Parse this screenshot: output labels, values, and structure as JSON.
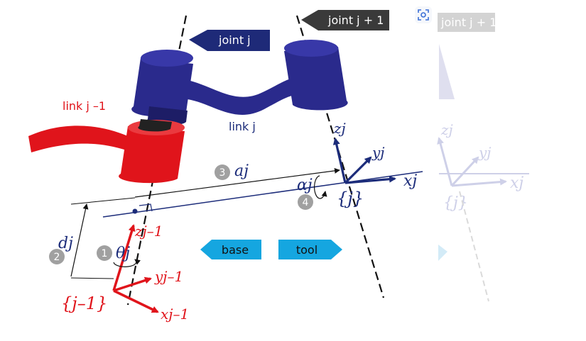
{
  "labels": {
    "joint_j": "joint j",
    "joint_j_plus_1": "joint j + 1",
    "link_j_minus_1": "link j –1",
    "link_j": "link j",
    "base": "base",
    "tool": "tool",
    "frame_j_minus_1": "{j–1}",
    "frame_j": "{j}",
    "z_j_minus_1": "zj–1",
    "y_j_minus_1": "yj–1",
    "x_j_minus_1": "xj–1",
    "z_j": "zj",
    "y_j": "yj",
    "x_j": "xj",
    "theta_j": "θj",
    "d_j": "dj",
    "a_j": "aj",
    "alpha_j": "αj"
  },
  "step_numbers": [
    "1",
    "2",
    "3",
    "4"
  ],
  "colors": {
    "joint_blue": "#2a2a8c",
    "link_red": "#e0141b",
    "axis_navy": "#1c2c7a",
    "tag_dark": "#3a3a3a",
    "tag_navy": "#1e2a78",
    "nav_cyan": "#15a6e0",
    "badge_gray": "#a0a0a0"
  },
  "icons": {
    "lens": "image-search-icon"
  }
}
